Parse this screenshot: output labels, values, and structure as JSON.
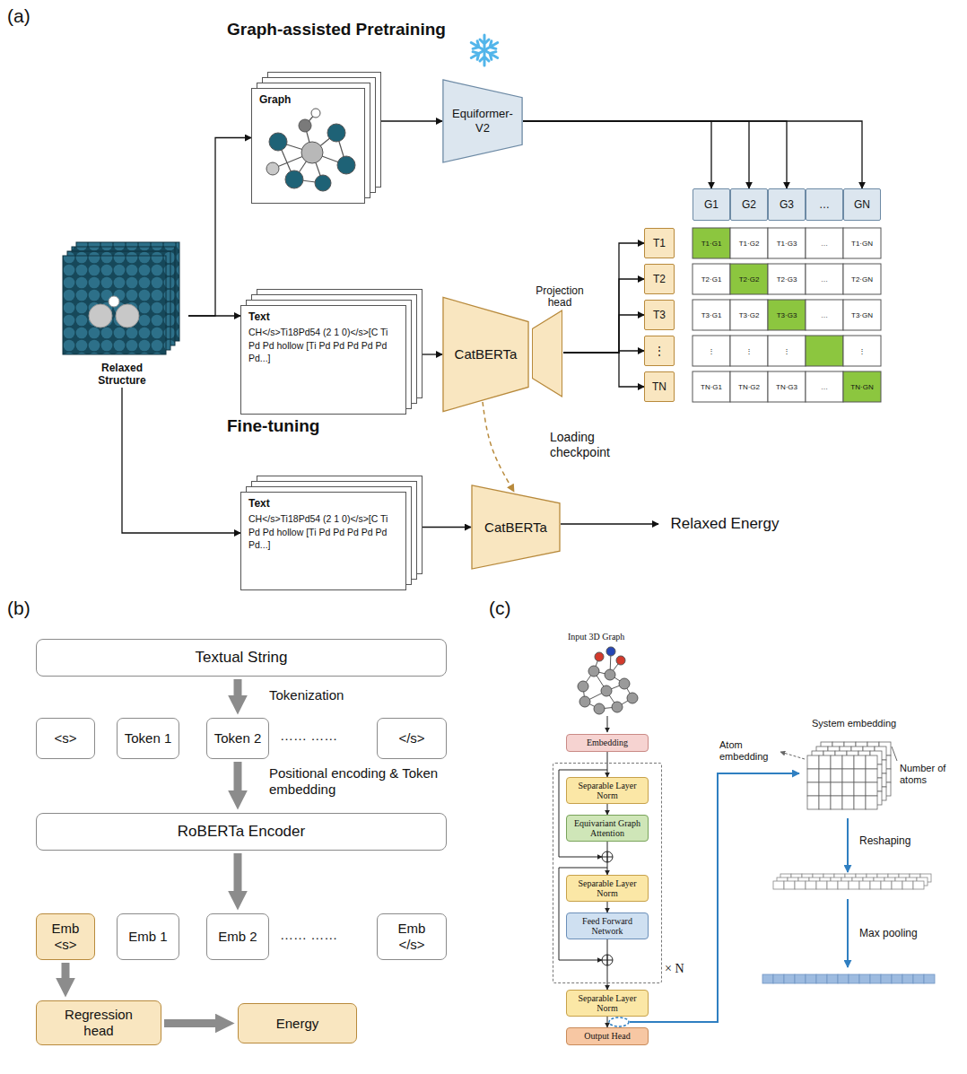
{
  "diagram": {
    "nodes": [
      {
        "text": [
          "Relaxed Structure"
        ]
      },
      {
        "text": [
          "Graph"
        ]
      },
      {
        "text": [
          "Equiformer- V2"
        ]
      },
      {
        "text": [
          "Text",
          "CH</s>Ti18Pd54 (2 1 0)</s>[C Ti Pd Pd hollow [Ti Pd Pd Pd Pd Pd Pd...]"
        ]
      },
      {
        "text": [
          "CatBERTa"
        ]
      },
      {
        "text": [
          "Projection head"
        ]
      },
      {
        "text": [
          "T1"
        ]
      },
      {
        "text": [
          "T2"
        ]
      },
      {
        "text": [
          "T3"
        ]
      },
      {
        "text": [
          "⋮"
        ]
      },
      {
        "text": [
          "TN"
        ]
      },
      {
        "text": [
          "G1"
        ]
      },
      {
        "text": [
          "G2"
        ]
      },
      {
        "text": [
          "G3"
        ]
      },
      {
        "text": [
          "…"
        ]
      },
      {
        "text": [
          "GN"
        ]
      },
      {
        "text": [
          "Text",
          "CH</s>Ti18Pd54 (2 1 0)</s>[C Ti Pd Pd hollow [Ti Pd Pd Pd Pd Pd Pd...]"
        ]
      },
      {
        "text": [
          "CatBERTa"
        ]
      },
      {
        "text": [
          "Relaxed Energy"
        ]
      },
      {
        "text": [
          "Textual String"
        ]
      },
      {
        "text": [
          "<s>"
        ]
      },
      {
        "text": [
          "Token 1"
        ]
      },
      {
        "text": [
          "Token 2"
        ]
      },
      {
        "text": [
          "</s>"
        ]
      },
      {
        "text": [
          "RoBERTa Encoder"
        ]
      },
      {
        "text": [
          "Emb <s>"
        ]
      },
      {
        "text": [
          "Emb 1"
        ]
      },
      {
        "text": [
          "Emb 2"
        ]
      },
      {
        "text": [
          "Emb </s>"
        ]
      },
      {
        "text": [
          "Regression head"
        ]
      },
      {
        "text": [
          "Energy"
        ]
      },
      {
        "text": [
          "Embedding"
        ]
      },
      {
        "text": [
          "× N"
        ]
      },
      {
        "text": [
          "Separable Layer Norm"
        ],
        "in": 32
      },
      {
        "text": [
          "Equivariant Graph Attention"
        ],
        "in": 32
      },
      {
        "text": [
          "Separable Layer Norm"
        ],
        "in": 32
      },
      {
        "text": [
          "Feed Forward Network"
        ],
        "in": 32
      },
      {
        "text": [
          "Separable Layer Norm"
        ]
      },
      {
        "text": [
          "Output Head"
        ]
      }
    ],
    "edges": [
      {
        "from": 0,
        "to": 1,
        "arrow": "to"
      },
      {
        "from": 0,
        "to": 3,
        "arrow": "to"
      },
      {
        "from": 0,
        "to": 16,
        "arrow": "to"
      },
      {
        "from": 1,
        "to": 2,
        "arrow": "to"
      },
      {
        "from": 3,
        "to": 4,
        "arrow": "to"
      },
      {
        "from": 5,
        "to": 6,
        "arrow": "to"
      },
      {
        "from": 5,
        "to": 7,
        "arrow": "to"
      },
      {
        "from": 5,
        "to": 8,
        "arrow": "to"
      },
      {
        "from": 5,
        "to": 9,
        "arrow": "to"
      },
      {
        "from": 5,
        "to": 10,
        "arrow": "to"
      },
      {
        "from": 2,
        "to": 11,
        "arrow": "to"
      },
      {
        "from": 2,
        "to": 12,
        "arrow": "to"
      },
      {
        "from": 2,
        "to": 13,
        "arrow": "to"
      },
      {
        "from": 2,
        "to": 15,
        "arrow": "to"
      },
      {
        "from": 4,
        "to": 17,
        "label": "Loading checkpoint",
        "arrow": "to"
      },
      {
        "from": 16,
        "to": 17,
        "arrow": "to"
      },
      {
        "from": 17,
        "to": 18,
        "arrow": "to"
      },
      {
        "from": 19,
        "to": 22,
        "arrow": "to"
      },
      {
        "from": 22,
        "to": 24,
        "arrow": "to"
      },
      {
        "from": 24,
        "to": 27,
        "arrow": "to"
      },
      {
        "from": 25,
        "to": 29,
        "arrow": "to"
      },
      {
        "from": 29,
        "to": 30,
        "arrow": "to"
      },
      {
        "from": 31,
        "to": 33,
        "arrow": "to"
      },
      {
        "from": 33,
        "to": 34,
        "arrow": "to"
      },
      {
        "from": 34,
        "to": 35,
        "arrow": "to"
      },
      {
        "from": 35,
        "to": 36,
        "arrow": "to"
      },
      {
        "from": 36,
        "to": 37,
        "arrow": "to"
      },
      {
        "from": 37,
        "to": 38,
        "arrow": "to"
      }
    ],
    "labels": [
      "(a)",
      "Graph-assisted Pretraining",
      "T1·G1",
      "T1·G2",
      "T1·G3",
      "…",
      "T1·GN",
      "T2·G1",
      "T2·G2",
      "T2·G3",
      "…",
      "T2·GN",
      "T3·G1",
      "T3·G2",
      "T3·G3",
      "…",
      "T3·GN",
      "⋮",
      "⋮",
      "⋮",
      "⋮",
      "TN·G1",
      "TN·G2",
      "TN·G3",
      "…",
      "TN·GN",
      "Fine-tuning",
      "(b)",
      "Tokenization",
      "…… ……",
      "Positional encoding & Token embedding",
      "…… ……",
      "(c)",
      "Input 3D Graph",
      "Atom embedding",
      "System embedding",
      "Number of atoms",
      "Reshaping",
      "Max pooling"
    ]
  }
}
